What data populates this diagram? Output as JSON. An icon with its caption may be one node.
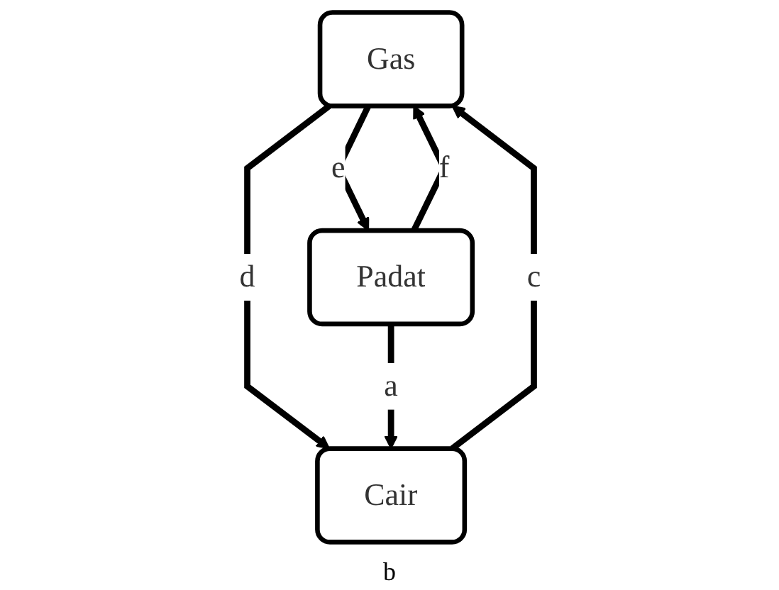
{
  "diagram": {
    "nodes": [
      {
        "text": [
          "Gas"
        ]
      },
      {
        "text": [
          "Cair"
        ]
      },
      {
        "text": [
          "Padat"
        ]
      }
    ],
    "edges": [
      {
        "from": 0,
        "to": 1,
        "arrow": "to",
        "label": "d"
      },
      {
        "from": 1,
        "to": 0,
        "arrow": "to",
        "label": "c"
      },
      {
        "from": 0,
        "to": 2,
        "arrow": "to",
        "label": "e"
      },
      {
        "from": 2,
        "to": 0,
        "arrow": "to",
        "label": "f"
      },
      {
        "from": 2,
        "to": 1,
        "arrow": "to",
        "label": "a"
      }
    ],
    "labels": [
      "b"
    ]
  }
}
